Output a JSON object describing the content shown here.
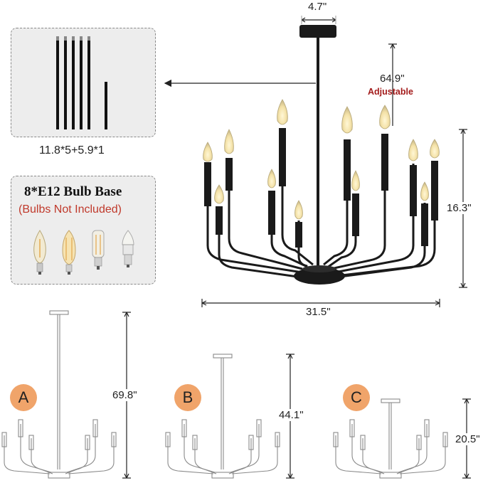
{
  "main_dimensions": {
    "canopy_width": "4.7\"",
    "total_height": "64.9\"",
    "adjustable_label": "Adjustable",
    "body_height": "16.3\"",
    "body_width": "31.5\""
  },
  "rods_panel": {
    "caption": "11.8*5+5.9*1"
  },
  "bulb_panel": {
    "title": "8*E12 Bulb Base",
    "note": "(Bulbs Not Included)"
  },
  "variants": [
    {
      "badge": "A",
      "height": "69.8\""
    },
    {
      "badge": "B",
      "height": "44.1\""
    },
    {
      "badge": "C",
      "height": "20.5\""
    }
  ],
  "colors": {
    "badge_fill": "#f0a46a",
    "adjustable_red": "#a31b1b",
    "note_red": "#c0392b",
    "panel_bg": "#ededed",
    "fixture_black": "#1a1a1a"
  }
}
